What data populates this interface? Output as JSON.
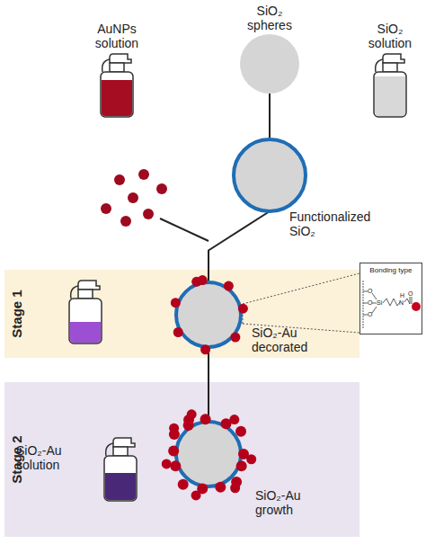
{
  "diagram": {
    "nodes": [
      {
        "text": [
          "AuNPs solution"
        ]
      },
      {
        "text": [
          "SiO₂ spheres"
        ]
      },
      {
        "text": [
          "SiO₂ solution"
        ]
      },
      {
        "text": [
          "Functionalized SiO₂"
        ]
      },
      {
        "text": [
          "Stage 1"
        ]
      },
      {
        "text": [
          "SiO₂-Au decorated"
        ],
        "in": 4
      },
      {
        "text": [
          "Bonding type"
        ]
      },
      {
        "text": [
          "Stage 2"
        ]
      },
      {
        "text": [
          "SiO₂-Au solution"
        ],
        "in": 7
      },
      {
        "text": [
          "SiO₂-Au growth"
        ],
        "in": 7
      }
    ],
    "edges": [
      {
        "from": 1,
        "to": 3,
        "arrow": "none"
      },
      {
        "from": 3,
        "to": 5,
        "arrow": "none"
      },
      {
        "from": 5,
        "to": 9,
        "arrow": "none"
      }
    ],
    "labels": [
      "O",
      "O",
      "O",
      "Si",
      "N",
      "H",
      "O"
    ]
  }
}
